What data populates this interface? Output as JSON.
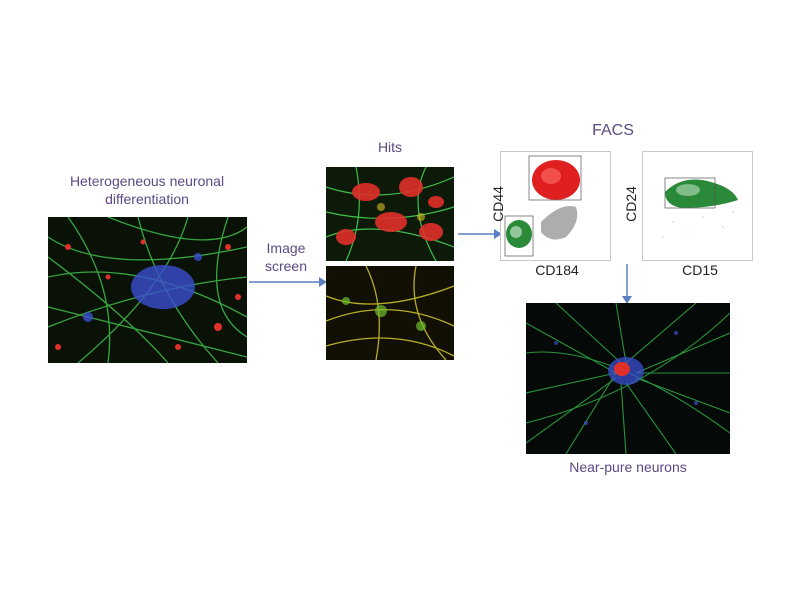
{
  "labels": {
    "heterogeneous": "Heterogeneous neuronal differentiation",
    "image_screen": "Image screen",
    "hits": "Hits",
    "facs": "FACS",
    "near_pure": "Near-pure neurons"
  },
  "plots": {
    "left": {
      "x_axis": "CD184",
      "y_axis": "CD44"
    },
    "right": {
      "x_axis": "CD15",
      "y_axis": "CD24"
    }
  },
  "colors": {
    "label_text": "#5b4a86",
    "arrow": "#5b7fc0",
    "neurite_green": "#3fbf4a",
    "marker_red": "#e0302a",
    "nucleus_blue": "#3a4fd0"
  }
}
